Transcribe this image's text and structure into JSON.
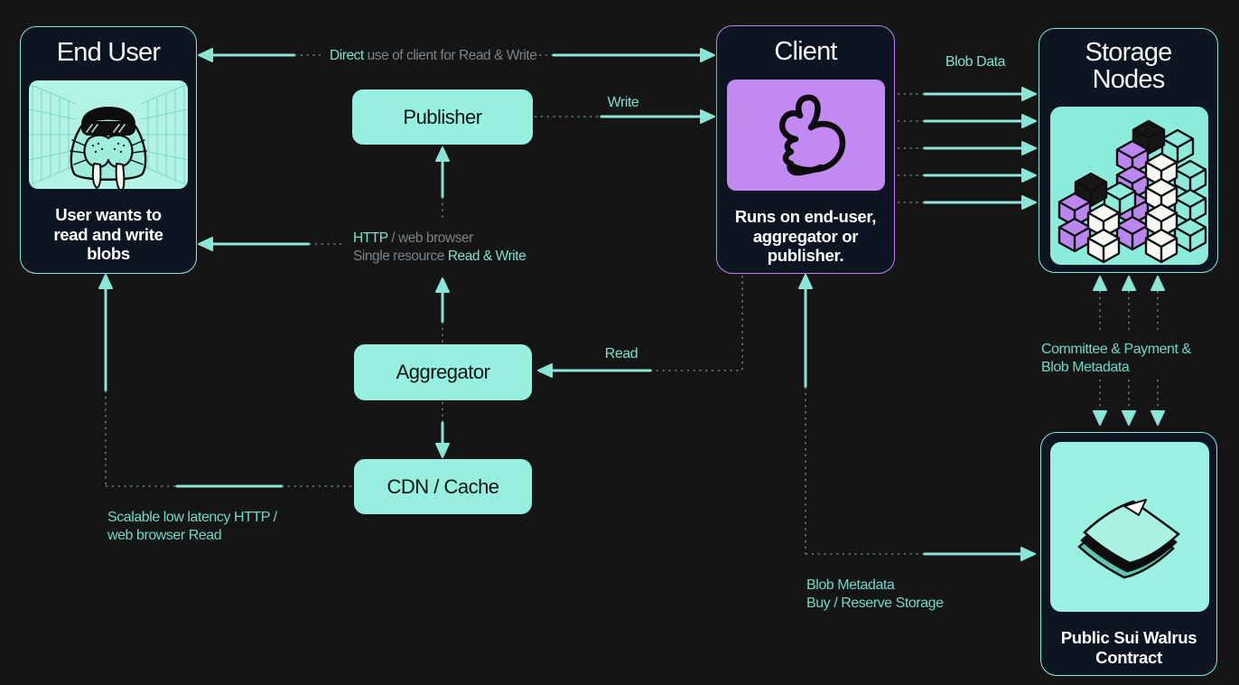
{
  "page": {
    "background": "#151515"
  },
  "colors": {
    "mint_fill": "#97EFDF",
    "teal_border": "#8AE6D6",
    "purple_panel": "#C289F3",
    "purple_border": "#C47FF3",
    "card_bg": "#0D1522",
    "teal_text": "#7FE2D0",
    "gray_text": "#7A838A",
    "arrow": "#8AE6D6"
  },
  "nodes": {
    "end_user": {
      "title": "End User",
      "icon": "walrus-illustration",
      "caption_lines": [
        "User wants to",
        "read and write",
        "blobs"
      ]
    },
    "publisher": {
      "label": "Publisher"
    },
    "aggregator": {
      "label": "Aggregator"
    },
    "cdn": {
      "label": "CDN / Cache"
    },
    "client": {
      "title": "Client",
      "icon": "thumbs-up-icon",
      "caption_lines": [
        "Runs on end-user,",
        "aggregator or",
        "publisher."
      ]
    },
    "storage_nodes": {
      "title_lines": [
        "Storage",
        "Nodes"
      ],
      "icon": "storage-cubes-illustration"
    },
    "contract": {
      "icon": "stacked-papers-icon",
      "caption_lines": [
        "Public Sui Walrus",
        "Contract"
      ]
    }
  },
  "edges": {
    "direct": {
      "accent": "Direct",
      "rest": " use of client for Read & Write"
    },
    "write": {
      "label": "Write"
    },
    "blob_data": {
      "label": "Blob Data"
    },
    "http": {
      "accent1": "HTTP",
      "gray1": " / web browser",
      "gray2": "Single resource ",
      "accent2": "Read & Write"
    },
    "read": {
      "label": "Read"
    },
    "committee": {
      "lines": [
        "Committee & Payment &",
        "Blob Metadata"
      ]
    },
    "scalable": {
      "lines": [
        "Scalable low latency HTTP /",
        "web browser Read"
      ]
    },
    "blob_metadata": {
      "lines": [
        "Blob Metadata",
        "Buy / Reserve Storage"
      ]
    }
  }
}
